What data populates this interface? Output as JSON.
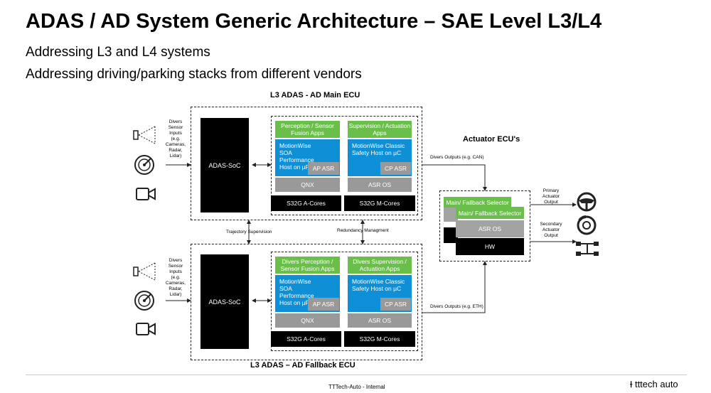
{
  "slide": {
    "title": "ADAS / AD System Generic Architecture – SAE Level L3/L4",
    "subtitle1": "Addressing L3 and L4 systems",
    "subtitle2": "Addressing driving/parking stacks from different vendors"
  },
  "main_ecu": {
    "label": "L3 ADAS - AD Main ECU",
    "sensor_text": "Divers Sensor Inputs (e.g. Cameras, Radar, Lidar)",
    "soc": "ADAS-SoC",
    "left_stack": {
      "app": "Perception / Sensor Fusion Apps",
      "host": "MotionWise SOA Performance Host on µP",
      "asr": "AP ASR",
      "os": "QNX",
      "cores": "S32G A-Cores"
    },
    "right_stack": {
      "app": "Supervision / Actuation Apps",
      "host": "MotionWise Classic Safety Host on µC",
      "asr": "CP ASR",
      "os": "ASR OS",
      "cores": "S32G M-Cores"
    },
    "output": "Divers Outputs (e.g. CAN)"
  },
  "fallback_ecu": {
    "label": "L3 ADAS – AD Fallback ECU",
    "sensor_text": "Divers Sensor Inputs (e.g. Cameras, Radar, Lidar)",
    "soc": "ADAS-SoC",
    "left_stack": {
      "app": "Divers Perception / Sensor Fusion Apps",
      "host": "MotionWise SOA Performance Host on µP",
      "asr": "AP ASR",
      "os": "QNX",
      "cores": "S32G A-Cores"
    },
    "right_stack": {
      "app": "Divers Supervision / Actuation Apps",
      "host": "MotionWise Classic Safety Host on µC",
      "asr": "CP ASR",
      "os": "ASR OS",
      "cores": "S32G M-Cores"
    },
    "output": "Divers Outputs (e.g. ETH)"
  },
  "links": {
    "trajectory": "Trajectory Supervision",
    "redundancy": "Redundancy Managment"
  },
  "actuator": {
    "title": "Actuator ECU's",
    "selector1": "Main/ Fallback Selector",
    "selector2": "Main/ Fallback Selector",
    "os": "ASR OS",
    "hw": "HW",
    "primary": "Primary Actuator Output",
    "secondary": "Secondary Actuator Output"
  },
  "footer": {
    "center": "TTTech-Auto - Internal",
    "logo": "tttech auto"
  },
  "colors": {
    "green": "#6abf4b",
    "blue": "#0f8fd6",
    "grey": "#999999",
    "black": "#000000"
  }
}
